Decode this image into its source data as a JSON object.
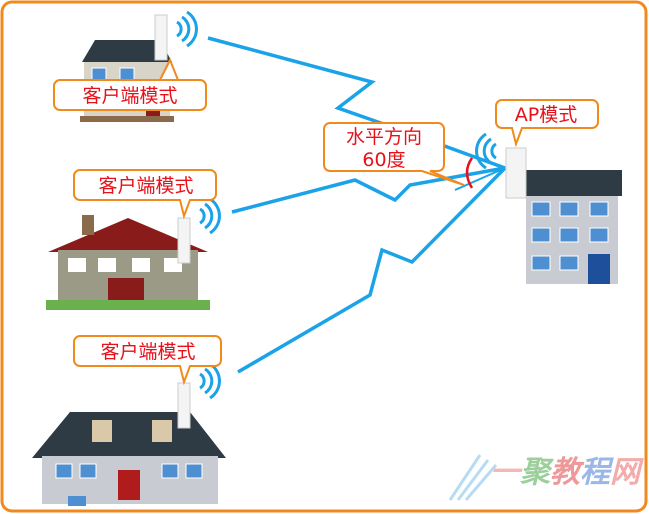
{
  "client_label": "客户端模式",
  "clients": [
    {
      "label": "客户端模式"
    },
    {
      "label": "客户端模式"
    },
    {
      "label": "客户端模式"
    }
  ],
  "ap": {
    "label": "AP模式"
  },
  "angle": {
    "line1": "水平方向",
    "line2": "60度"
  },
  "watermark": {
    "chars": [
      "一",
      "聚",
      "教",
      "程",
      "网"
    ]
  },
  "colors": {
    "frame": "#f08a1c",
    "link": "#1aa3e8",
    "label": "#e8111a",
    "roof": "#2e3b45"
  }
}
